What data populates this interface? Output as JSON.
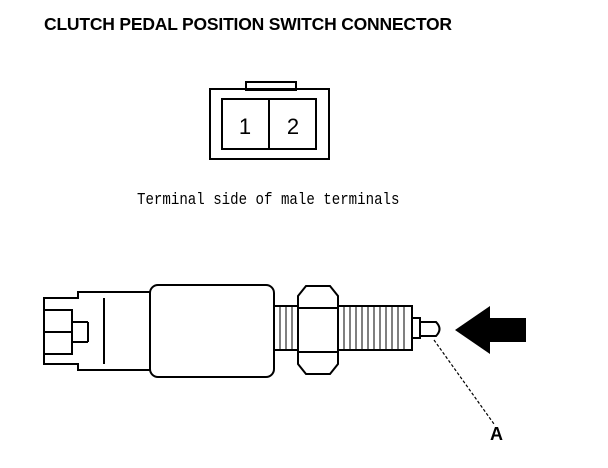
{
  "title": "CLUTCH PEDAL POSITION SWITCH CONNECTOR",
  "connector": {
    "terminals": [
      "1",
      "2"
    ]
  },
  "caption": "Terminal side of male terminals",
  "callout_label": "A",
  "colors": {
    "line": "#000000",
    "background": "#ffffff"
  }
}
